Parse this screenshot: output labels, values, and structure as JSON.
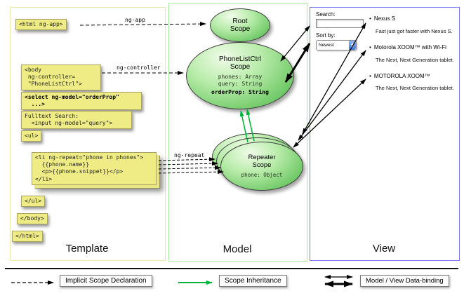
{
  "arrows_labels": {
    "ng_app": "ng-app",
    "ng_controller": "ng-controller",
    "ng_repeat": "ng-repeat"
  },
  "template": {
    "label": "Template",
    "code": {
      "html_open": "<html ng-app>",
      "body_open": "<body\n ng-controller=\n \"PhoneListCtrl\">",
      "select": "<select ng-model=\"orderProp\"\n  ...>",
      "fulltext": "Fulltext Search:\n  <input ng-model=\"query\">",
      "ul_open": "<ul>",
      "li_repeat": "<li ng-repeat=\"phone in phones\">\n  {{phone.name}}\n  <p>{{phone.snippet}}</p>\n</li>",
      "ul_close": "</ul>",
      "body_close": "</body>",
      "html_close": "</html>"
    }
  },
  "model": {
    "label": "Model",
    "root_scope": {
      "title": "Root\nScope"
    },
    "phonelistctrl_scope": {
      "title": "PhoneListCtrl\nScope",
      "props": "phones: Array\nquery: String",
      "bold_prop": "orderProp: String"
    },
    "repeater_scope": {
      "title": "Repeater\nScope",
      "prop": "phone: Object"
    }
  },
  "view": {
    "label": "View",
    "search_label": "Search:",
    "sort_label": "Sort by:",
    "sort_value": "Newest",
    "items": [
      {
        "title": "Nexus S",
        "desc": "Fast just got faster with Nexus S."
      },
      {
        "title": "Motorola XOOM™ with Wi-Fi",
        "desc": "The Next, Next Generation tablet."
      },
      {
        "title": "MOTOROLA XOOM™",
        "desc": "The Next, Next Generation tablet."
      }
    ]
  },
  "legend": {
    "implicit": "Implicit Scope Declaration",
    "inheritance": "Scope Inheritance",
    "databinding": "Model / View Data-binding"
  },
  "colors": {
    "code_box": "#efec86",
    "scope_green": "#6cc763",
    "inheritance_arrow": "#00b438",
    "template_border": "#efe9ad",
    "model_border": "#a5e9a5",
    "view_border": "#7d7df2"
  }
}
